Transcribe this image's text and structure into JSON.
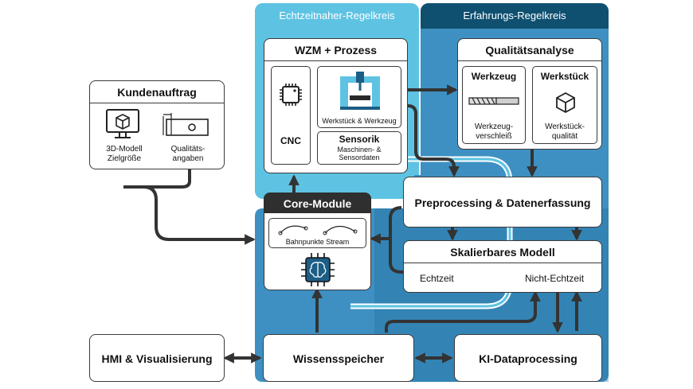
{
  "regions": {
    "realtime_loop": "Echtzeitnaher-Regelkreis",
    "experience_loop": "Erfahrungs-Regelkreis"
  },
  "customer_order": {
    "title": "Kundenauftrag",
    "model_label": "3D-Modell\nZielgröße",
    "quality_label": "Qualitäts-\nangaben"
  },
  "machine": {
    "title": "WZM + Prozess",
    "cnc": "CNC",
    "workpiece_tool": "Werkstück & Werkzeug",
    "sensor_title": "Sensorik",
    "sensor_sub": "Maschinen- &\nSensordaten"
  },
  "quality": {
    "title": "Qualitätsanalyse",
    "tool_title": "Werkzeug",
    "tool_sub": "Werkzeug-\nverschleiß",
    "workpiece_title": "Werkstück",
    "workpiece_sub": "Werkstück-\nqualität"
  },
  "core": {
    "title": "Core-Module",
    "stream": "Bahnpunkte Stream"
  },
  "preprocessing": {
    "title": "Preprocessing & Datenerfassung"
  },
  "model": {
    "title": "Skalierbares Modell",
    "realtime": "Echtzeit",
    "non_realtime": "Nicht-Echtzeit"
  },
  "hmi": {
    "title": "HMI & Visualisierung"
  },
  "knowledge": {
    "title": "Wissensspeicher"
  },
  "ki": {
    "title": "KI-Dataprocessing"
  },
  "colors": {
    "light_blue": "#5ec3e3",
    "mid_blue": "#3e90c2",
    "dark_blue": "#1c5e86",
    "header_blue": "#0f5070",
    "dark_gray": "#2f2f2f",
    "arrow": "#333333"
  }
}
